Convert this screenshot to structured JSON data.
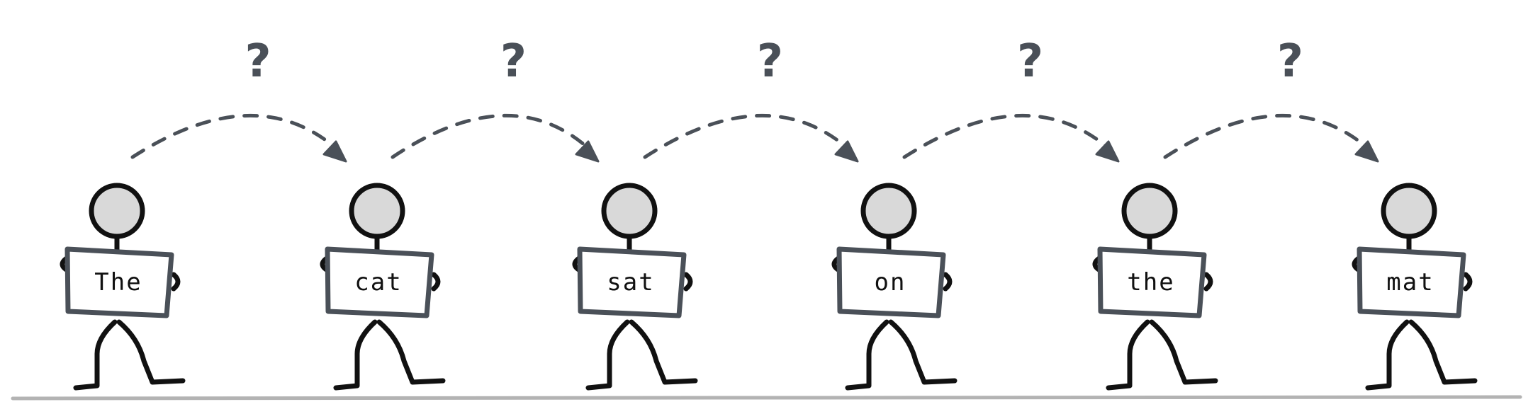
{
  "words": [
    "The",
    "cat",
    "sat",
    "on",
    "the",
    "mat"
  ],
  "arc_label": "?",
  "colors": {
    "outline": "#111111",
    "sign_border": "#4a5058",
    "head_fill": "#d9d9d9",
    "arrow": "#4a5058",
    "ground": "#b3b3b3"
  }
}
